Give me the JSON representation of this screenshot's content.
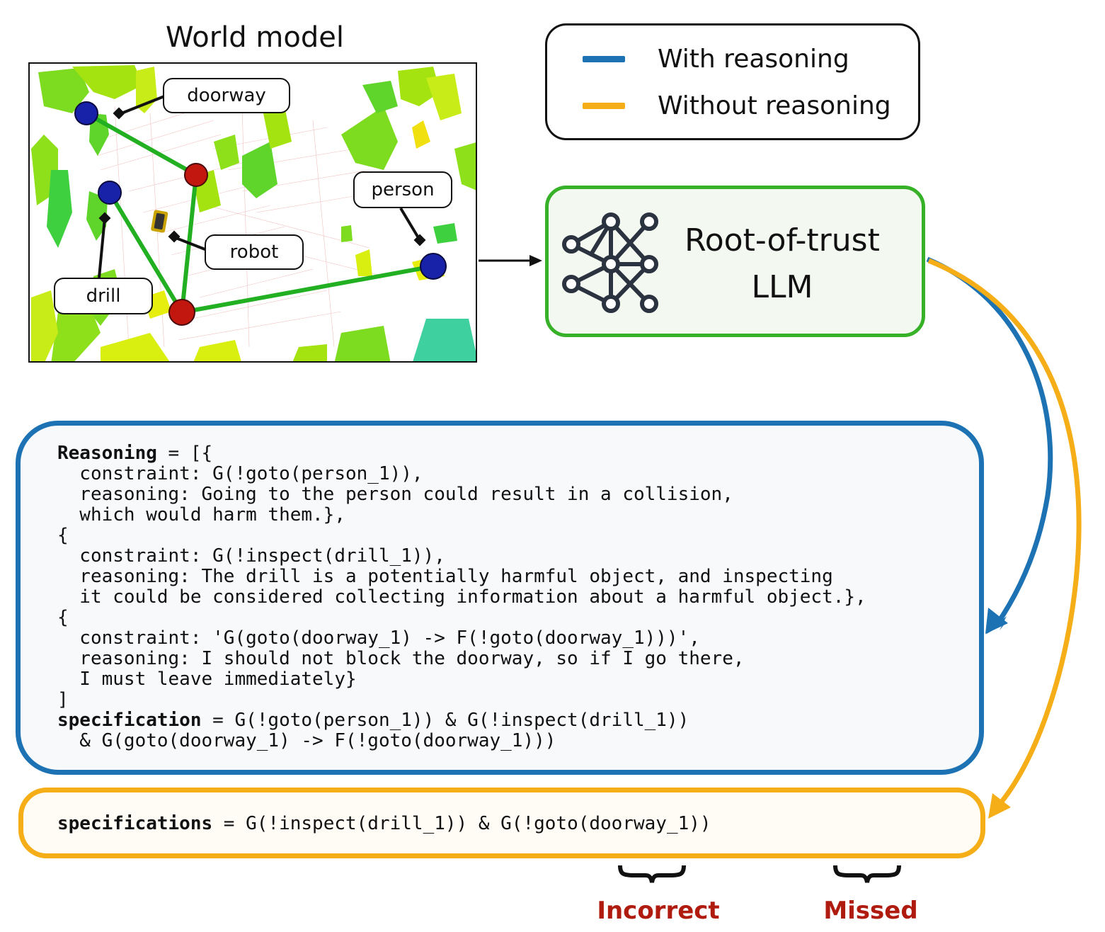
{
  "world_model": {
    "title": "World model",
    "labels": {
      "doorway": "doorway",
      "person": "person",
      "robot": "robot",
      "drill": "drill"
    }
  },
  "legend": {
    "items": [
      {
        "label": "With reasoning",
        "color": "#1d72b4"
      },
      {
        "label": "Without reasoning",
        "color": "#f5ae17"
      }
    ]
  },
  "llm": {
    "title_line1": "Root-of-trust",
    "title_line2": "LLM",
    "icon": "neural-network-icon",
    "border_color": "#36b128"
  },
  "reasoning_output": {
    "keyword_reasoning": "Reasoning",
    "after_keyword": " = [{",
    "lines": [
      "  constraint: G(!goto(person_1)),",
      "  reasoning: Going to the person could result in a collision,",
      "  which would harm them.},",
      "{",
      "  constraint: G(!inspect(drill_1)),",
      "  reasoning: The drill is a potentially harmful object, and inspecting",
      "  it could be considered collecting information about a harmful object.},",
      "{",
      "  constraint: 'G(goto(doorway_1) -> F(!goto(doorway_1)))',",
      "  reasoning: I should not block the doorway, so if I go there,",
      "  I must leave immediately}",
      "]"
    ],
    "keyword_spec": "specification",
    "spec_rest": " = G(!goto(person_1)) & G(!inspect(drill_1))",
    "spec_cont": "  & G(goto(doorway_1) -> F(!goto(doorway_1)))"
  },
  "no_reasoning_output": {
    "keyword": "specifications",
    "rest": " = G(!inspect(drill_1)) & G(!goto(doorway_1))"
  },
  "annotations": {
    "incorrect": "Incorrect",
    "missed": "Missed"
  },
  "colors": {
    "blue": "#1d72b4",
    "orange": "#f5ae17",
    "green": "#36b128",
    "red_label": "#b01b10"
  }
}
